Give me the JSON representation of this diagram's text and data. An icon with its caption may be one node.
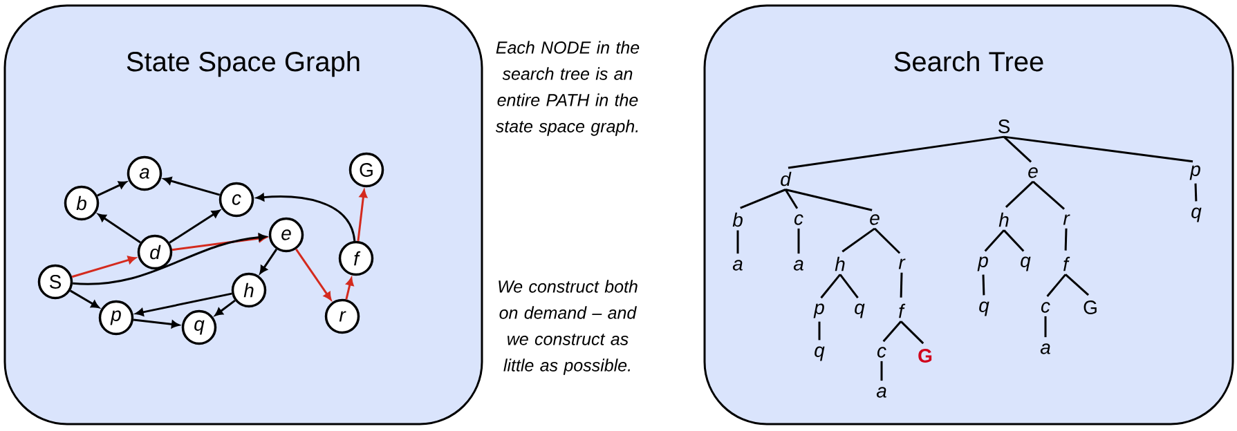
{
  "diagram": {
    "nodes": [
      {
        "text": [
          "State Space Graph"
        ]
      },
      {
        "text": [
          "G"
        ],
        "in": 0
      },
      {
        "text": [
          "a"
        ],
        "in": 0
      },
      {
        "text": [
          "b"
        ],
        "in": 0
      },
      {
        "text": [
          "c"
        ],
        "in": 0
      },
      {
        "text": [
          "d"
        ],
        "in": 0
      },
      {
        "text": [
          "e"
        ],
        "in": 0
      },
      {
        "text": [
          "f"
        ],
        "in": 0
      },
      {
        "text": [
          "S"
        ],
        "in": 0
      },
      {
        "text": [
          "h"
        ],
        "in": 0
      },
      {
        "text": [
          "p"
        ],
        "in": 0
      },
      {
        "text": [
          "q"
        ],
        "in": 0
      },
      {
        "text": [
          "r"
        ],
        "in": 0
      },
      {
        "text": [
          "Search Tree"
        ]
      },
      {
        "text": [
          "S"
        ],
        "in": 13
      },
      {
        "text": [
          "d"
        ],
        "in": 13
      },
      {
        "text": [
          "e"
        ],
        "in": 13
      },
      {
        "text": [
          "p"
        ],
        "in": 13
      },
      {
        "text": [
          "b"
        ],
        "in": 13
      },
      {
        "text": [
          "c"
        ],
        "in": 13
      },
      {
        "text": [
          "e"
        ],
        "in": 13
      },
      {
        "text": [
          "h"
        ],
        "in": 13
      },
      {
        "text": [
          "r"
        ],
        "in": 13
      },
      {
        "text": [
          "q"
        ],
        "in": 13
      },
      {
        "text": [
          "a"
        ],
        "in": 13
      },
      {
        "text": [
          "a"
        ],
        "in": 13
      },
      {
        "text": [
          "h"
        ],
        "in": 13
      },
      {
        "text": [
          "r"
        ],
        "in": 13
      },
      {
        "text": [
          "p"
        ],
        "in": 13
      },
      {
        "text": [
          "q"
        ],
        "in": 13
      },
      {
        "text": [
          "f"
        ],
        "in": 13
      },
      {
        "text": [
          "p"
        ],
        "in": 13
      },
      {
        "text": [
          "q"
        ],
        "in": 13
      },
      {
        "text": [
          "f"
        ],
        "in": 13
      },
      {
        "text": [
          "q"
        ],
        "in": 13
      },
      {
        "text": [
          "c"
        ],
        "in": 13
      },
      {
        "text": [
          "G"
        ],
        "in": 13
      },
      {
        "text": [
          "q"
        ],
        "in": 13
      },
      {
        "text": [
          "c"
        ],
        "in": 13
      },
      {
        "text": [
          "G"
        ],
        "in": 13
      },
      {
        "text": [
          "a"
        ],
        "in": 13
      },
      {
        "text": [
          "a"
        ],
        "in": 13
      }
    ],
    "edges": [
      {
        "from": 3,
        "to": 2,
        "arrow": "to"
      },
      {
        "from": 4,
        "to": 2,
        "arrow": "to"
      },
      {
        "from": 5,
        "to": 3,
        "arrow": "to"
      },
      {
        "from": 5,
        "to": 4,
        "arrow": "to"
      },
      {
        "from": 8,
        "to": 5,
        "arrow": "to",
        "color": "#d42a1e"
      },
      {
        "from": 5,
        "to": 6,
        "arrow": "to",
        "color": "#d42a1e"
      },
      {
        "from": 8,
        "to": 6,
        "arrow": "to"
      },
      {
        "from": 6,
        "to": 9,
        "arrow": "to"
      },
      {
        "from": 6,
        "to": 12,
        "arrow": "to",
        "color": "#d42a1e"
      },
      {
        "from": 12,
        "to": 7,
        "arrow": "to",
        "color": "#d42a1e"
      },
      {
        "from": 7,
        "to": 1,
        "arrow": "to",
        "color": "#d42a1e"
      },
      {
        "from": 7,
        "to": 4,
        "arrow": "to"
      },
      {
        "from": 9,
        "to": 10,
        "arrow": "to"
      },
      {
        "from": 9,
        "to": 11,
        "arrow": "to"
      },
      {
        "from": 8,
        "to": 10,
        "arrow": "to"
      },
      {
        "from": 10,
        "to": 11,
        "arrow": "to"
      },
      {
        "from": 14,
        "to": 15,
        "arrow": "none"
      },
      {
        "from": 14,
        "to": 16,
        "arrow": "none"
      },
      {
        "from": 14,
        "to": 17,
        "arrow": "none"
      },
      {
        "from": 15,
        "to": 18,
        "arrow": "none"
      },
      {
        "from": 15,
        "to": 19,
        "arrow": "none"
      },
      {
        "from": 15,
        "to": 20,
        "arrow": "none"
      },
      {
        "from": 16,
        "to": 21,
        "arrow": "none"
      },
      {
        "from": 16,
        "to": 22,
        "arrow": "none"
      },
      {
        "from": 17,
        "to": 23,
        "arrow": "none"
      },
      {
        "from": 18,
        "to": 24,
        "arrow": "none"
      },
      {
        "from": 19,
        "to": 25,
        "arrow": "none"
      },
      {
        "from": 20,
        "to": 26,
        "arrow": "none"
      },
      {
        "from": 20,
        "to": 27,
        "arrow": "none"
      },
      {
        "from": 21,
        "to": 28,
        "arrow": "none"
      },
      {
        "from": 21,
        "to": 29,
        "arrow": "none"
      },
      {
        "from": 22,
        "to": 30,
        "arrow": "none"
      },
      {
        "from": 26,
        "to": 31,
        "arrow": "none"
      },
      {
        "from": 26,
        "to": 32,
        "arrow": "none"
      },
      {
        "from": 27,
        "to": 33,
        "arrow": "none"
      },
      {
        "from": 28,
        "to": 34,
        "arrow": "none"
      },
      {
        "from": 30,
        "to": 35,
        "arrow": "none"
      },
      {
        "from": 30,
        "to": 36,
        "arrow": "none"
      },
      {
        "from": 31,
        "to": 37,
        "arrow": "none"
      },
      {
        "from": 33,
        "to": 38,
        "arrow": "none"
      },
      {
        "from": 33,
        "to": 39,
        "arrow": "none"
      },
      {
        "from": 35,
        "to": 40,
        "arrow": "none"
      },
      {
        "from": 38,
        "to": 41,
        "arrow": "none"
      }
    ],
    "labels": [
      "Each NODE in the search tree is an entire PATH in the state space graph.",
      "We construct both on demand – and we construct as little as possible."
    ]
  }
}
